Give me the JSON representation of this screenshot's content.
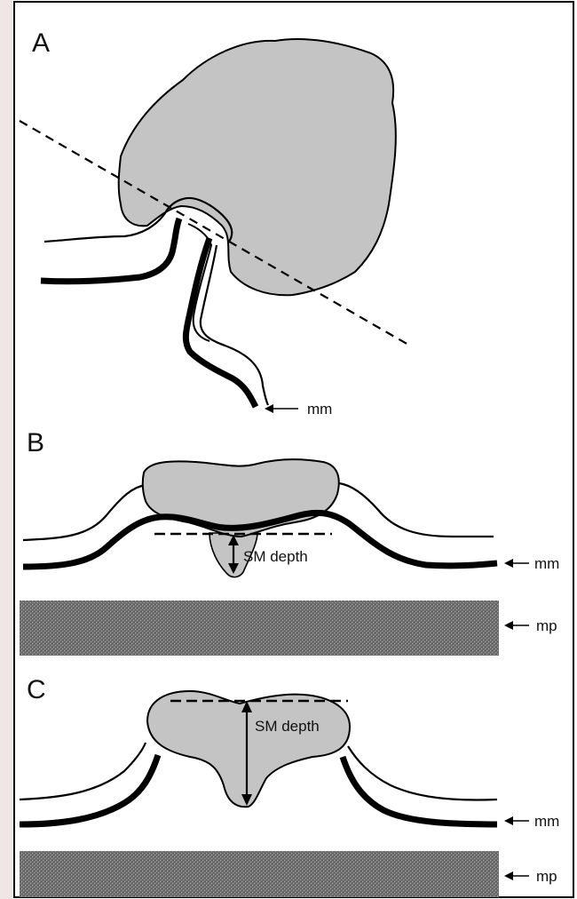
{
  "panels": [
    {
      "letter": "A",
      "labels": {
        "mm": "mm"
      }
    },
    {
      "letter": "B",
      "labels": {
        "depth": "SM depth",
        "mm": "mm",
        "mp": "mp"
      }
    },
    {
      "letter": "C",
      "labels": {
        "depth": "SM depth",
        "mm": "mm",
        "mp": "mp"
      }
    }
  ],
  "colors": {
    "lesion": "#c4c4c4",
    "muscularis_propria": "#7a7a7a",
    "line": "#000000",
    "left_edge_tint": "#f1e6e6"
  }
}
